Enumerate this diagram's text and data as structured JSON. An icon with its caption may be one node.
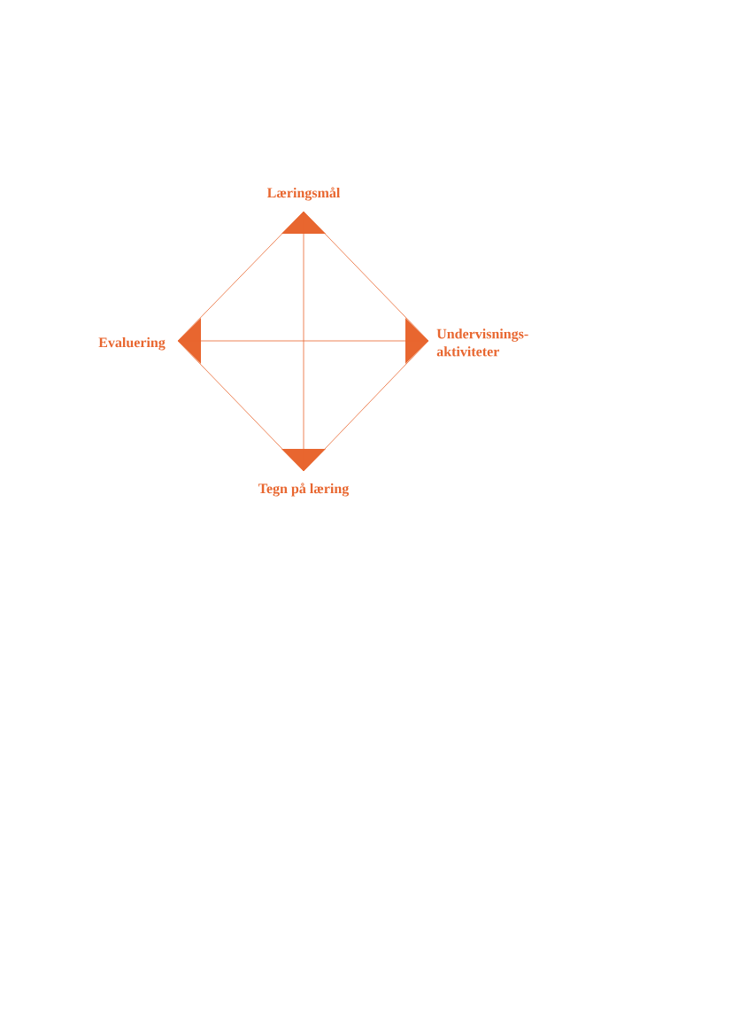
{
  "diagram": {
    "nodes": [
      {
        "text": [
          "Læringsmål"
        ]
      },
      {
        "text": [
          "Evaluering"
        ]
      },
      {
        "text": [
          "Undervisnings- aktiviteter"
        ]
      },
      {
        "text": [
          "Tegn på læring"
        ]
      }
    ],
    "edges": [
      {
        "from": 0,
        "to": 1,
        "arrow": "none"
      },
      {
        "from": 0,
        "to": 2,
        "arrow": "none"
      },
      {
        "from": 1,
        "to": 3,
        "arrow": "none"
      },
      {
        "from": 2,
        "to": 3,
        "arrow": "none"
      },
      {
        "from": 0,
        "to": 3,
        "arrow": "none"
      },
      {
        "from": 1,
        "to": 2,
        "arrow": "none"
      }
    ]
  }
}
